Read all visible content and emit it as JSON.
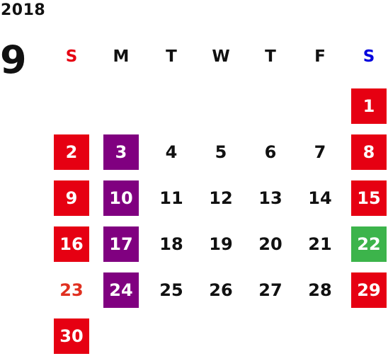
{
  "calendar": {
    "year": "2018",
    "month": "9",
    "weekdays": [
      {
        "label": "S",
        "color": "#e60012"
      },
      {
        "label": "M",
        "color": "#111111"
      },
      {
        "label": "T",
        "color": "#111111"
      },
      {
        "label": "W",
        "color": "#111111"
      },
      {
        "label": "T",
        "color": "#111111"
      },
      {
        "label": "F",
        "color": "#111111"
      },
      {
        "label": "S",
        "color": "#0000dd"
      }
    ],
    "colors": {
      "red": "#e60012",
      "purple": "#800080",
      "green": "#3cb44b",
      "holiday_text": "#e03020",
      "plain_text": "#111111"
    },
    "days": [
      {
        "day": "1",
        "style": "red"
      },
      {
        "day": "2",
        "style": "red"
      },
      {
        "day": "3",
        "style": "purple"
      },
      {
        "day": "4",
        "style": "plain"
      },
      {
        "day": "5",
        "style": "plain"
      },
      {
        "day": "6",
        "style": "plain"
      },
      {
        "day": "7",
        "style": "plain"
      },
      {
        "day": "8",
        "style": "red"
      },
      {
        "day": "9",
        "style": "red"
      },
      {
        "day": "10",
        "style": "purple"
      },
      {
        "day": "11",
        "style": "plain"
      },
      {
        "day": "12",
        "style": "plain"
      },
      {
        "day": "13",
        "style": "plain"
      },
      {
        "day": "14",
        "style": "plain"
      },
      {
        "day": "15",
        "style": "red"
      },
      {
        "day": "16",
        "style": "red"
      },
      {
        "day": "17",
        "style": "purple"
      },
      {
        "day": "18",
        "style": "plain"
      },
      {
        "day": "19",
        "style": "plain"
      },
      {
        "day": "20",
        "style": "plain"
      },
      {
        "day": "21",
        "style": "plain"
      },
      {
        "day": "22",
        "style": "green"
      },
      {
        "day": "23",
        "style": "holiday-text"
      },
      {
        "day": "24",
        "style": "purple"
      },
      {
        "day": "25",
        "style": "plain"
      },
      {
        "day": "26",
        "style": "plain"
      },
      {
        "day": "27",
        "style": "plain"
      },
      {
        "day": "28",
        "style": "plain"
      },
      {
        "day": "29",
        "style": "red"
      },
      {
        "day": "30",
        "style": "red"
      }
    ],
    "first_weekday_index": 6
  }
}
